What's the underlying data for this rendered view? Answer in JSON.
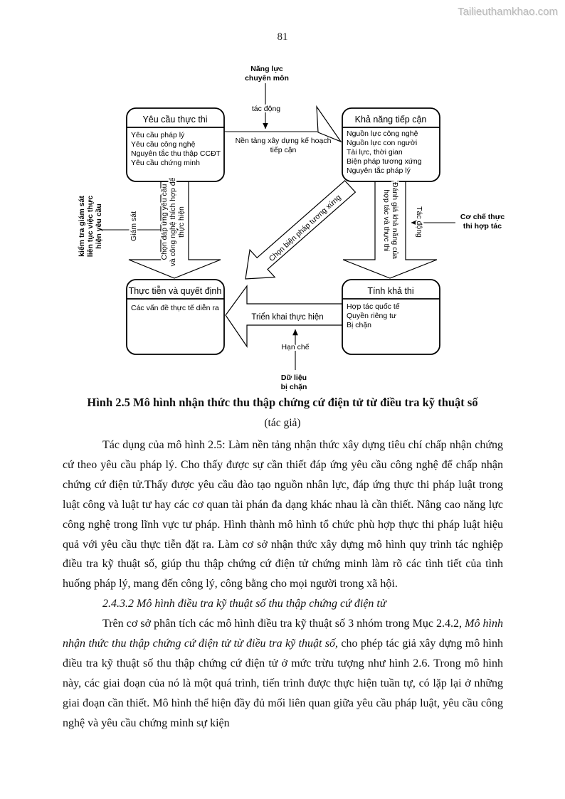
{
  "watermark": "Tailieuthamkhao.com",
  "page_number": "81",
  "diagram": {
    "top_label": {
      "line1": "Năng lực",
      "line2": "chuyên môn"
    },
    "impact_top_label": "tác động",
    "requirements_box": {
      "title": "Yêu cầu thực thi",
      "items": [
        "Yêu cầu pháp lý",
        "Yêu cầu công nghệ",
        "Nguyên tắc thu thập CCĐT",
        "Yêu cầu chứng minh"
      ]
    },
    "access_box": {
      "title": "Khả năng tiếp cận",
      "items": [
        "Nguồn lực công nghệ",
        "Nguồn lực con người",
        "Tài lực, thời gian",
        "Biện pháp tương xứng",
        "Nguyên tắc pháp lý"
      ]
    },
    "foundation_label": {
      "line1": "Nền tảng xây dựng kế hoạch",
      "line2": "tiếp cận"
    },
    "monitor_side_label": {
      "line1": "kiểm tra giám sát",
      "line2": "liên tục việc thực",
      "line3": "hiện yêu cầu"
    },
    "monitor_arrow_label": "Giám sát",
    "select_response_label": {
      "line1": "Chọn đáp ứng yêu cầu",
      "line2": "và công nghệ thích hợp để",
      "line3": "thực hiện"
    },
    "select_measure_label": "Chọn biện pháp tương xứng",
    "evaluate_label": {
      "line1": "Đánh giá khả năng của",
      "line2": "hợp tác và thực thi"
    },
    "impact_right_label": "Tác động",
    "mechanism_label": {
      "line1": "Cơ chế thực",
      "line2": "thi hợp tác"
    },
    "practice_box": {
      "title": "Thực tiễn và quyết định",
      "items": [
        "Các vấn đề thực tế diễn ra"
      ]
    },
    "feasibility_box": {
      "title": "Tính khả thi",
      "items": [
        "Hợp tác quốc tế",
        "Quyền riêng tư",
        "Bị chặn"
      ]
    },
    "deploy_label": "Triển khai thực hiện",
    "limit_label": "Hạn chế",
    "blocked_label": {
      "line1": "Dữ liệu",
      "line2": "bị chặn"
    }
  },
  "caption": {
    "title": "Hình 2.5 Mô hình nhận thức thu thập chứng cứ điện tử từ điều tra kỹ thuật số",
    "author": "(tác giả)"
  },
  "body": {
    "p1": "Tác dụng của mô hình 2.5: Làm nền tảng nhận thức xây dựng tiêu chí chấp nhận chứng cứ theo yêu cầu pháp lý. Cho thấy được sự cần thiết đáp ứng yêu cầu công nghệ để chấp nhận chứng cứ điện tử.Thấy được yêu cầu đào tạo nguồn nhân lực, đáp ứng thực thi pháp luật trong luật công và luật tư hay các cơ quan tài phán đa dạng khác nhau là cần thiết. Nâng cao năng lực công nghệ trong lĩnh vực tư pháp. Hình thành mô hình tổ chức phù hợp thực thi pháp luật hiệu quả với yêu cầu thực tiễn đặt ra. Làm cơ sở nhận thức xây dựng mô hình quy trình tác nghiệp điều tra kỹ thuật số, giúp thu thập chứng cứ điện tử chứng minh làm rõ các tình tiết của tình huống pháp lý, mang đến công lý, công bằng cho mọi người trong xã hội.",
    "h1": "2.4.3.2 Mô hình điều tra kỹ thuật số thu thập chứng cứ điện tử",
    "p2_before": "Trên cơ sở phân tích các mô hình điều tra kỹ thuật số 3 nhóm trong Mục 2.4.2, ",
    "p2_italic": "Mô hình nhận thức thu thập chứng cứ điện tử từ điều tra kỹ thuật số",
    "p2_after": ", cho phép tác giả xây dựng mô hình điều tra kỹ thuật số thu thập chứng cứ điện tử ở mức trừu tượng như hình 2.6. Trong mô hình này, các giai đoạn của nó là một quá trình, tiến trình được thực hiện tuần tự, có lặp lại ở những giai đoạn cần thiết. Mô hình thể hiện đầy đủ mối liên quan giữa yêu cầu pháp luật, yêu cầu công nghệ và yêu cầu chứng minh sự kiện"
  }
}
